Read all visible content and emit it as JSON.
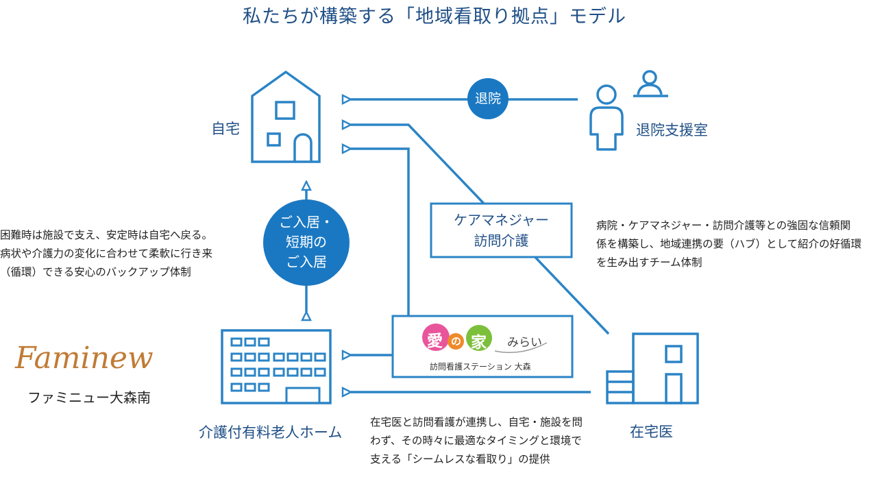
{
  "title": "私たちが構築する「地域看取り拠点」モデル",
  "nodes": {
    "home": "自宅",
    "nursing_home": "介護付有料老人ホーム",
    "discharge_office": "退院支援室",
    "home_doctor": "在宅医"
  },
  "badges": {
    "discharge": "退院",
    "admission": [
      "ご入居・",
      "短期の",
      "ご入居"
    ]
  },
  "care_box": [
    "ケアマネジャー",
    "訪問介護"
  ],
  "station": {
    "chars": [
      "愛",
      "の",
      "家"
    ],
    "mirai": "みらい",
    "subtitle": "訪問看護ステーション 大森"
  },
  "notes": {
    "left": "困難時は施設で支え、安定時は自宅へ戻る。\n病状や介護力の変化に合わせて柔軟に行き来\n（循環）できる安心のバックアップ体制",
    "right": "病院・ケアマネジャー・訪問介護等との強固な信頼関\n係を構築し、地域連携の要（ハブ）として紹介の好循環\nを生み出すチーム体制",
    "bottom": "在宅医と訪問看護が連携し、自宅・施設を問\nわず、その時々に最適なタイミングと環境で\n支える「シームレスな看取り」の提供"
  },
  "brand": {
    "logo": "Faminew",
    "name": "ファミニュー大森南"
  },
  "colors": {
    "line": "#2b84c6",
    "circle": "#1a78c2",
    "text": "#1f4f86",
    "logo": "#c07b35",
    "ai_pink": "#e8559a",
    "ai_orange": "#ee8a2a",
    "ai_green": "#7bbf3a"
  }
}
